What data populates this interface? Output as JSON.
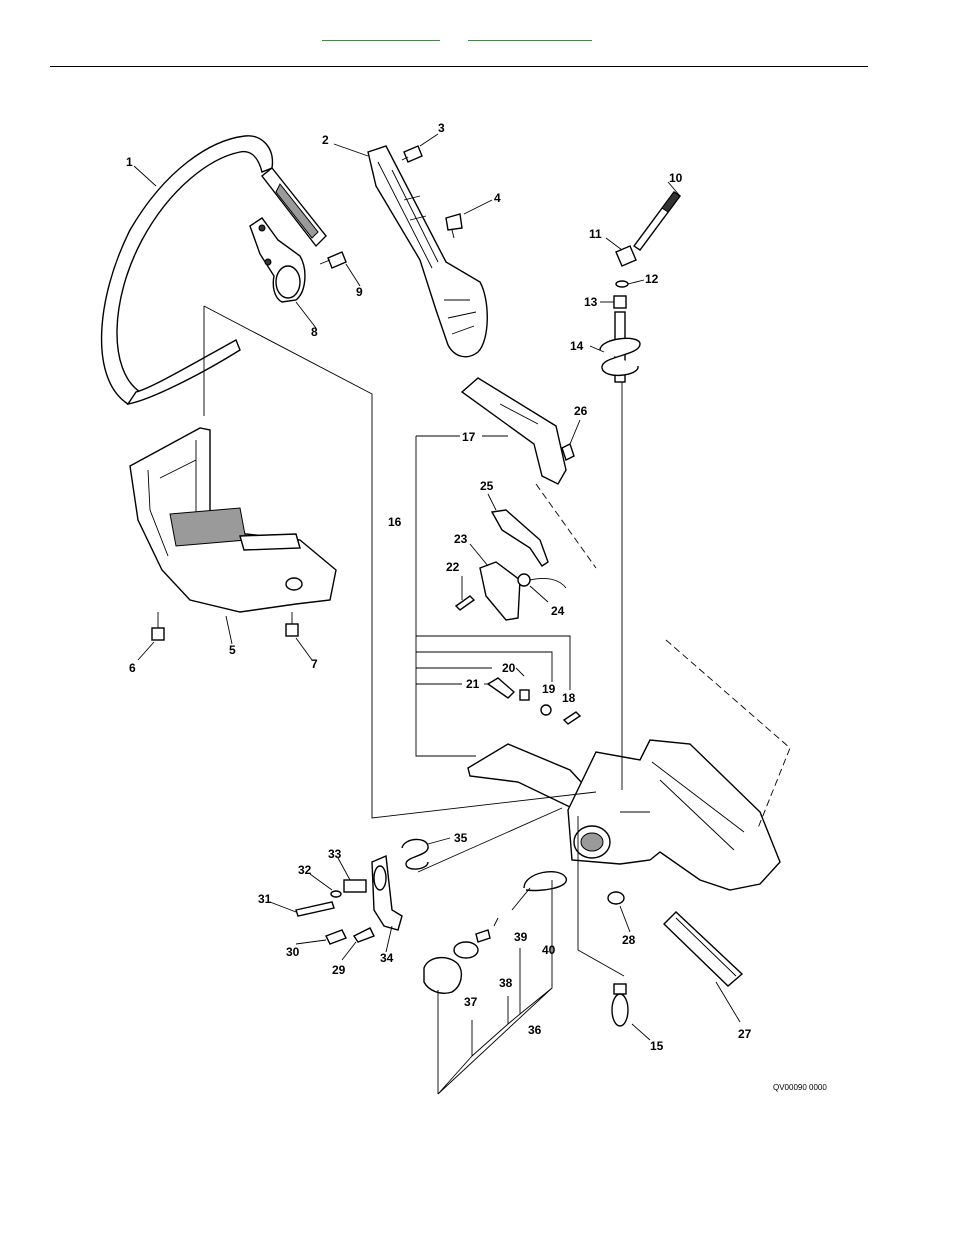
{
  "header": {
    "links": [
      "",
      ""
    ]
  },
  "diagram": {
    "image_code": "QV00090 0000",
    "callouts": [
      "1",
      "2",
      "3",
      "4",
      "5",
      "6",
      "7",
      "8",
      "9",
      "10",
      "11",
      "12",
      "13",
      "14",
      "15",
      "16",
      "17",
      "18",
      "19",
      "20",
      "21",
      "22",
      "23",
      "24",
      "25",
      "26",
      "27",
      "28",
      "29",
      "30",
      "31",
      "32",
      "33",
      "34",
      "35",
      "36",
      "37",
      "38",
      "39",
      "40"
    ]
  }
}
